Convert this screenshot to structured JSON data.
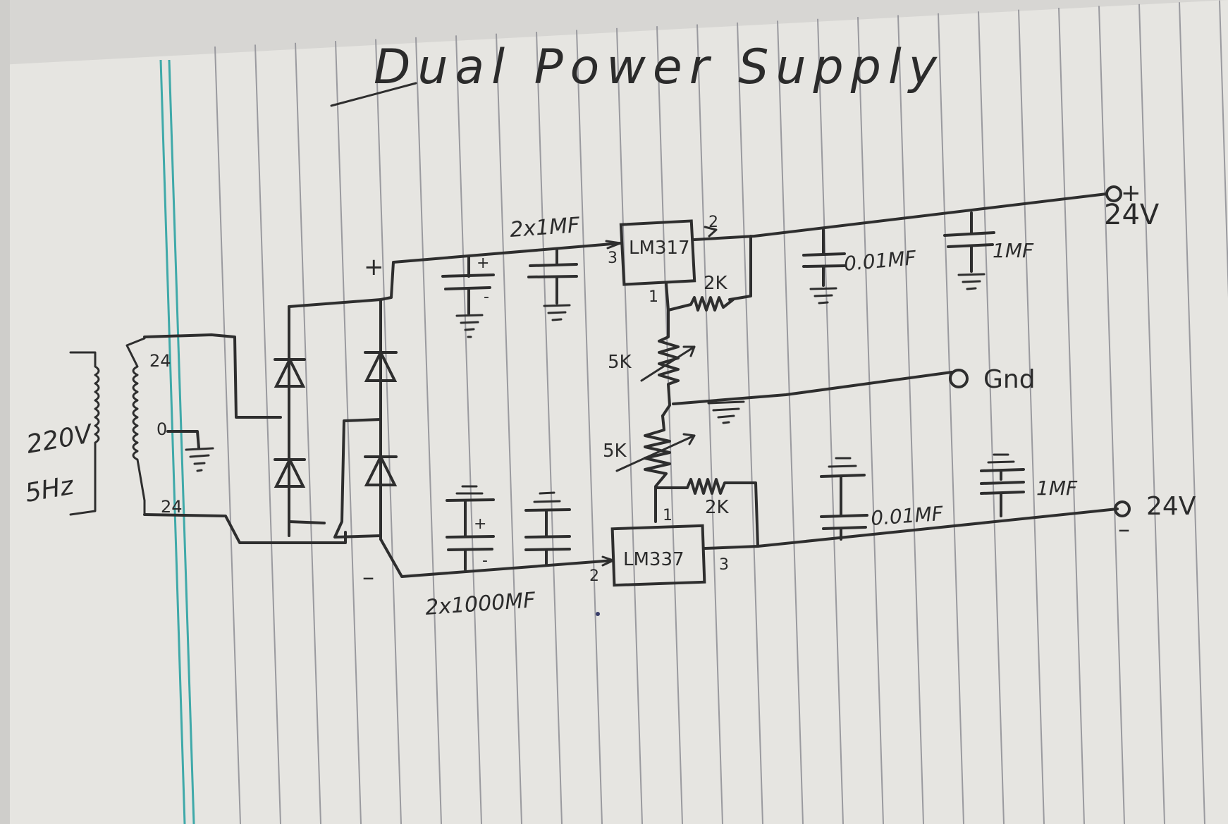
{
  "title": "Dual Power Supply",
  "transformer": {
    "input_voltage": "220V",
    "input_freq": "5Hz",
    "tap_top": "24",
    "tap_center": "0",
    "tap_bottom": "24"
  },
  "rectifier": {
    "plus": "+",
    "minus": "–"
  },
  "capacitors": {
    "top_label": "2x1MF",
    "bottom_label": "2x1000MF",
    "cap_plus": "+",
    "cap_minus": "-"
  },
  "regulator_pos": {
    "name": "LM317",
    "pin_in": "3",
    "pin_out": "2",
    "pin_adj": "1",
    "resistor": "2K",
    "pot": "5K"
  },
  "regulator_neg": {
    "name": "LM337",
    "pin_in": "2",
    "pin_out": "3",
    "pin_adj": "1",
    "resistor": "2K",
    "pot": "5K"
  },
  "output_caps": {
    "small_top": "0.01MF",
    "big_top": "1MF",
    "small_bottom": "0.01MF",
    "big_bottom": "1MF"
  },
  "outputs": {
    "pos_sign": "+",
    "pos_label": "24V",
    "gnd_label": "Gnd",
    "neg_sign": "–",
    "neg_label": "24V"
  },
  "colors": {
    "paper": "#e6e5e1",
    "rule_lines": "#9a9a9f",
    "margin_lines": "#3fa9a9",
    "ink": "#2e2e2e"
  }
}
